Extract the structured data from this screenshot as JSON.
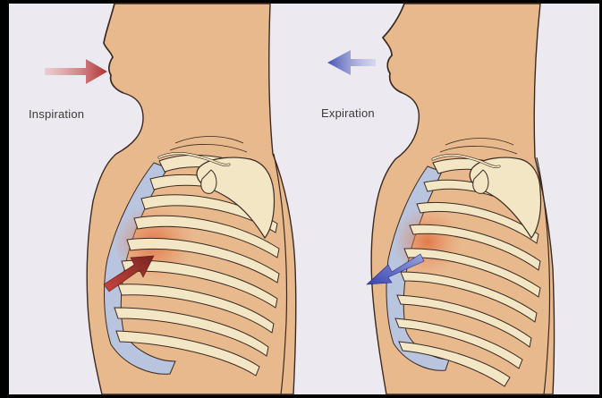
{
  "panels": [
    {
      "id": "inspiration",
      "label": "Inspiration",
      "arrow_color": "#b23a3a"
    },
    {
      "id": "expiration",
      "label": "Expiration",
      "arrow_color": "#4b57b8"
    }
  ],
  "colors": {
    "background": "#ece9f0",
    "skin": "#e9b98e",
    "skin_outline": "#3a2a20",
    "bone": "#f3e6c4",
    "cartilage": "#b9c4de",
    "muscle": "#e88b60",
    "frame": "#000000"
  }
}
